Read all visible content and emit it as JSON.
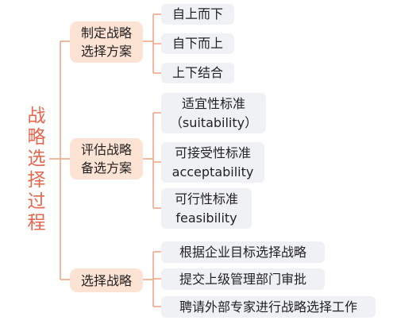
{
  "root": {
    "title_chars": [
      "战",
      "略",
      "选",
      "择",
      "过",
      "程"
    ]
  },
  "colors": {
    "accent": "#e8664e",
    "connector": "#f0a080",
    "category_bg": "#fde3d4",
    "leaf_bg": "#eff1f4"
  },
  "categories": [
    {
      "line1": "制定战略",
      "line2": "选择方案",
      "leaves": [
        {
          "line1": "自上而下"
        },
        {
          "line1": "自下而上"
        },
        {
          "line1": "上下结合"
        }
      ]
    },
    {
      "line1": "评估战略",
      "line2": "备选方案",
      "leaves": [
        {
          "line1": "适宜性标准",
          "line2": "（suitability）"
        },
        {
          "line1": "可接受性标准",
          "line2": "acceptability"
        },
        {
          "line1": "可行性标准",
          "line2": "feasibility"
        }
      ]
    },
    {
      "line1": "选择战略",
      "leaves": [
        {
          "line1": "根据企业目标选择战略"
        },
        {
          "line1": "提交上级管理部门审批"
        },
        {
          "line1": "聘请外部专家进行战略选择工作"
        }
      ]
    }
  ]
}
